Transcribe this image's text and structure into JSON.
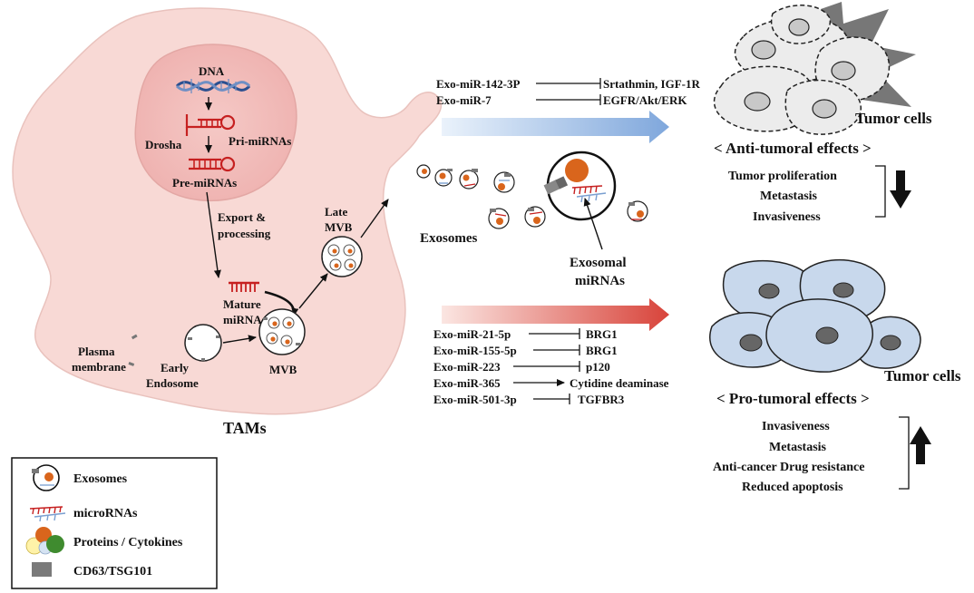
{
  "nucleus": {
    "dna": "DNA",
    "drosha": "Drosha",
    "pri": "Pri-miRNAs",
    "pre": "Pre-miRNAs"
  },
  "cell": {
    "export_1": "Export &",
    "export_2": "processing",
    "mature_1": "Mature",
    "mature_2": "miRNAs",
    "late_1": "Late",
    "late_2": "MVB",
    "mvb": "MVB",
    "early_1": "Early",
    "early_2": "Endosome",
    "plasma_1": "Plasma",
    "plasma_2": "membrane",
    "tams": "TAMs"
  },
  "exosomes": {
    "label": "Exosomes",
    "exo_mirna_1": "Exosomal",
    "exo_mirna_2": "miRNAs"
  },
  "anti": {
    "rows": [
      {
        "mirna": "Exo-miR-142-3P",
        "target": "Srtathmin, IGF-1R"
      },
      {
        "mirna": "Exo-miR-7",
        "target": "EGFR/Akt/ERK"
      }
    ],
    "tumor_label": "Tumor cells",
    "effects_title": "< Anti-tumoral effects >",
    "effects": [
      "Tumor proliferation",
      "Metastasis",
      "Invasiveness"
    ]
  },
  "pro": {
    "rows": [
      {
        "mirna": "Exo-miR-21-5p",
        "target": "BRG1"
      },
      {
        "mirna": "Exo-miR-155-5p",
        "target": "BRG1"
      },
      {
        "mirna": "Exo-miR-223",
        "target": "p120"
      },
      {
        "mirna": "Exo-miR-365",
        "target": "Cytidine deaminase"
      },
      {
        "mirna": "Exo-miR-501-3p",
        "target": "TGFBR3"
      }
    ],
    "tumor_label": "Tumor cells",
    "effects_title": "< Pro-tumoral effects >",
    "effects": [
      "Invasiveness",
      "Metastasis",
      "Anti-cancer Drug resistance",
      "Reduced apoptosis"
    ]
  },
  "legend": {
    "items": [
      "Exosomes",
      "microRNAs",
      "Proteins / Cytokines",
      "CD63/TSG101"
    ]
  },
  "colors": {
    "macrophage": "#f8d9d5",
    "nucleus": "#f0b8b6",
    "rna_red": "#c62020",
    "dna_blue": "#2b4f8f",
    "arrow_blue": "#8fb3e0",
    "arrow_red": "#d9534f",
    "tumor_anti": "#ececec",
    "tumor_pro": "#c8d8ec",
    "orange": "#d9651c"
  }
}
